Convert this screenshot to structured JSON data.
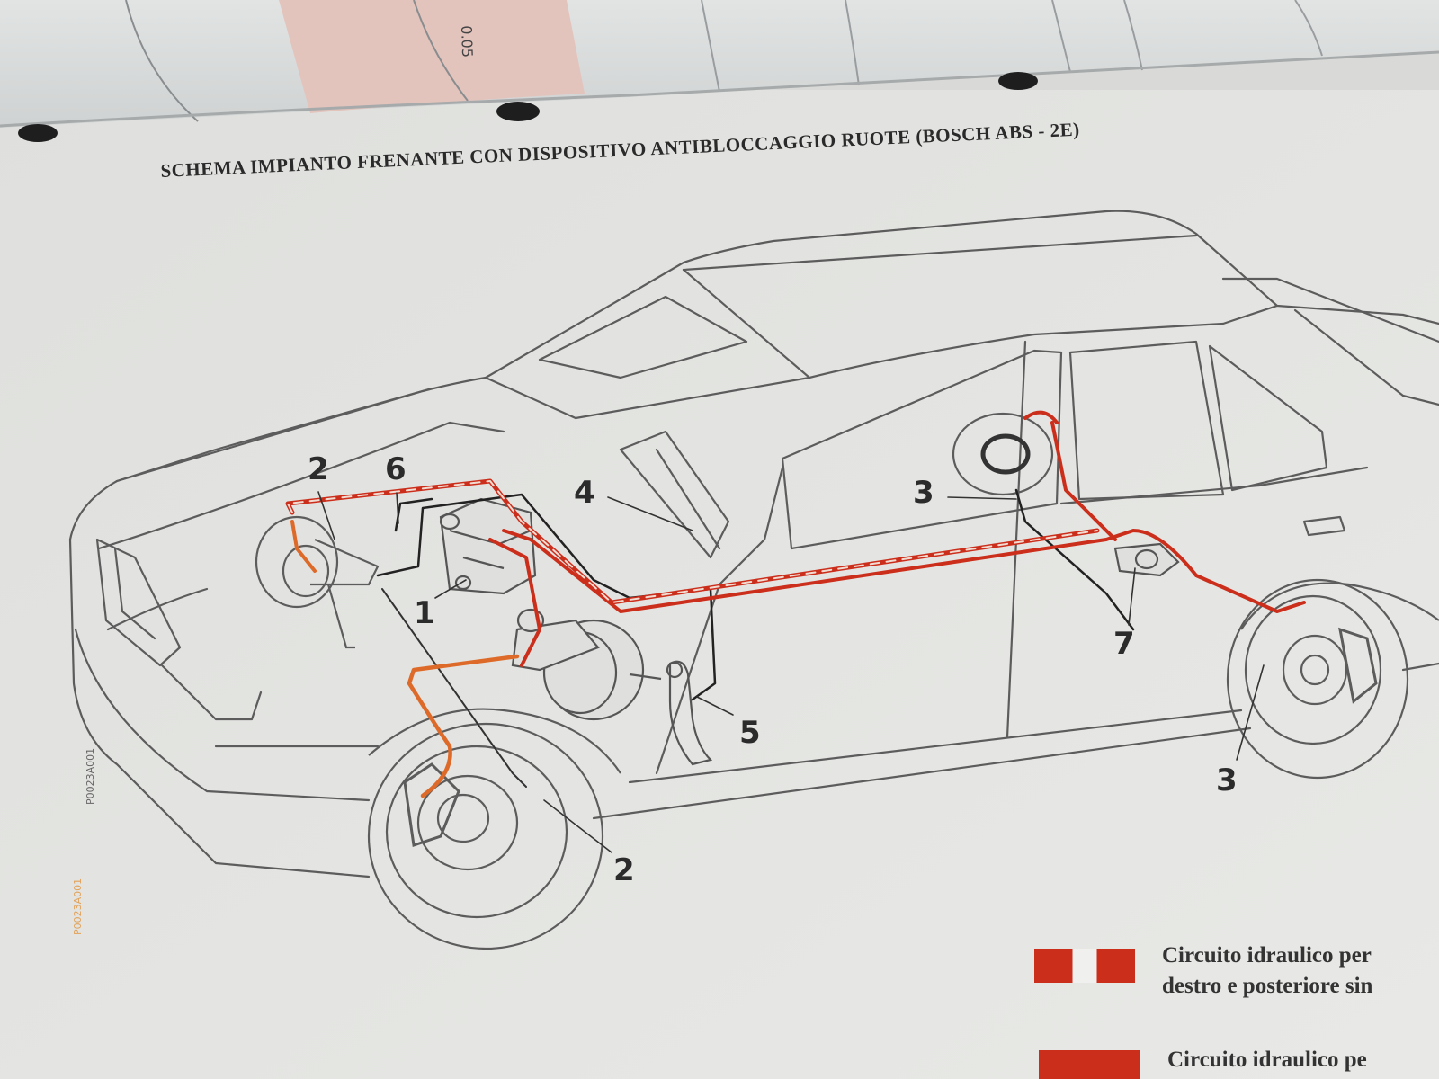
{
  "title": "SCHEMA IMPIANTO FRENANTE CON DISPOSITIVO ANTIBLOCCAGGIO RUOTE (BOSCH ABS - 2E)",
  "top_page_text": "0.05",
  "drawing_code": "P0023A001",
  "drawing_code_2": "P0023A001",
  "callouts": [
    "2",
    "6",
    "4",
    "3",
    "1",
    "7",
    "5",
    "3",
    "2"
  ],
  "legend": [
    {
      "text": "Circuito idraulico per\ndestro e posteriore sin",
      "swatch": "striped"
    },
    {
      "text": "Circuito idraulico pe",
      "swatch": "solid"
    }
  ],
  "colors": {
    "paper": "#e6e7e5",
    "line_art": "#555555",
    "circuit_red": "#cc2e1c",
    "circuit_orange": "#de6a2a"
  }
}
